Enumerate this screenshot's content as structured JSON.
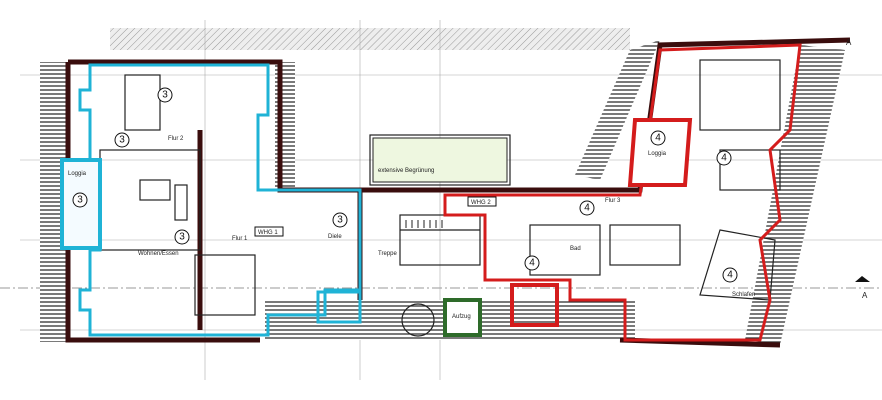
{
  "plan": {
    "section_marker": "A",
    "green_roof_label": "extensive Begrünung",
    "unit_labels": {
      "unit1": "WHG 1",
      "unit2": "WHG 2"
    },
    "unit_numbers": {
      "unit3": "3",
      "unit4": "4"
    },
    "rooms": {
      "loggia_left": "Loggia",
      "loggia_right": "Loggia",
      "living": "Wohnen/Essen",
      "hall2": "Flur 2",
      "hall1": "Flur 1",
      "hall3": "Flur 3",
      "diele": "Diele",
      "stair": "Treppe",
      "lift": "Aufzug",
      "bath": "Bad",
      "bedroom": "Schlafen"
    },
    "colors": {
      "unit3": "#1fb3d6",
      "unit4": "#d41c1c",
      "lift": "#2e6b2a",
      "wall": "#3a0d0d"
    }
  }
}
